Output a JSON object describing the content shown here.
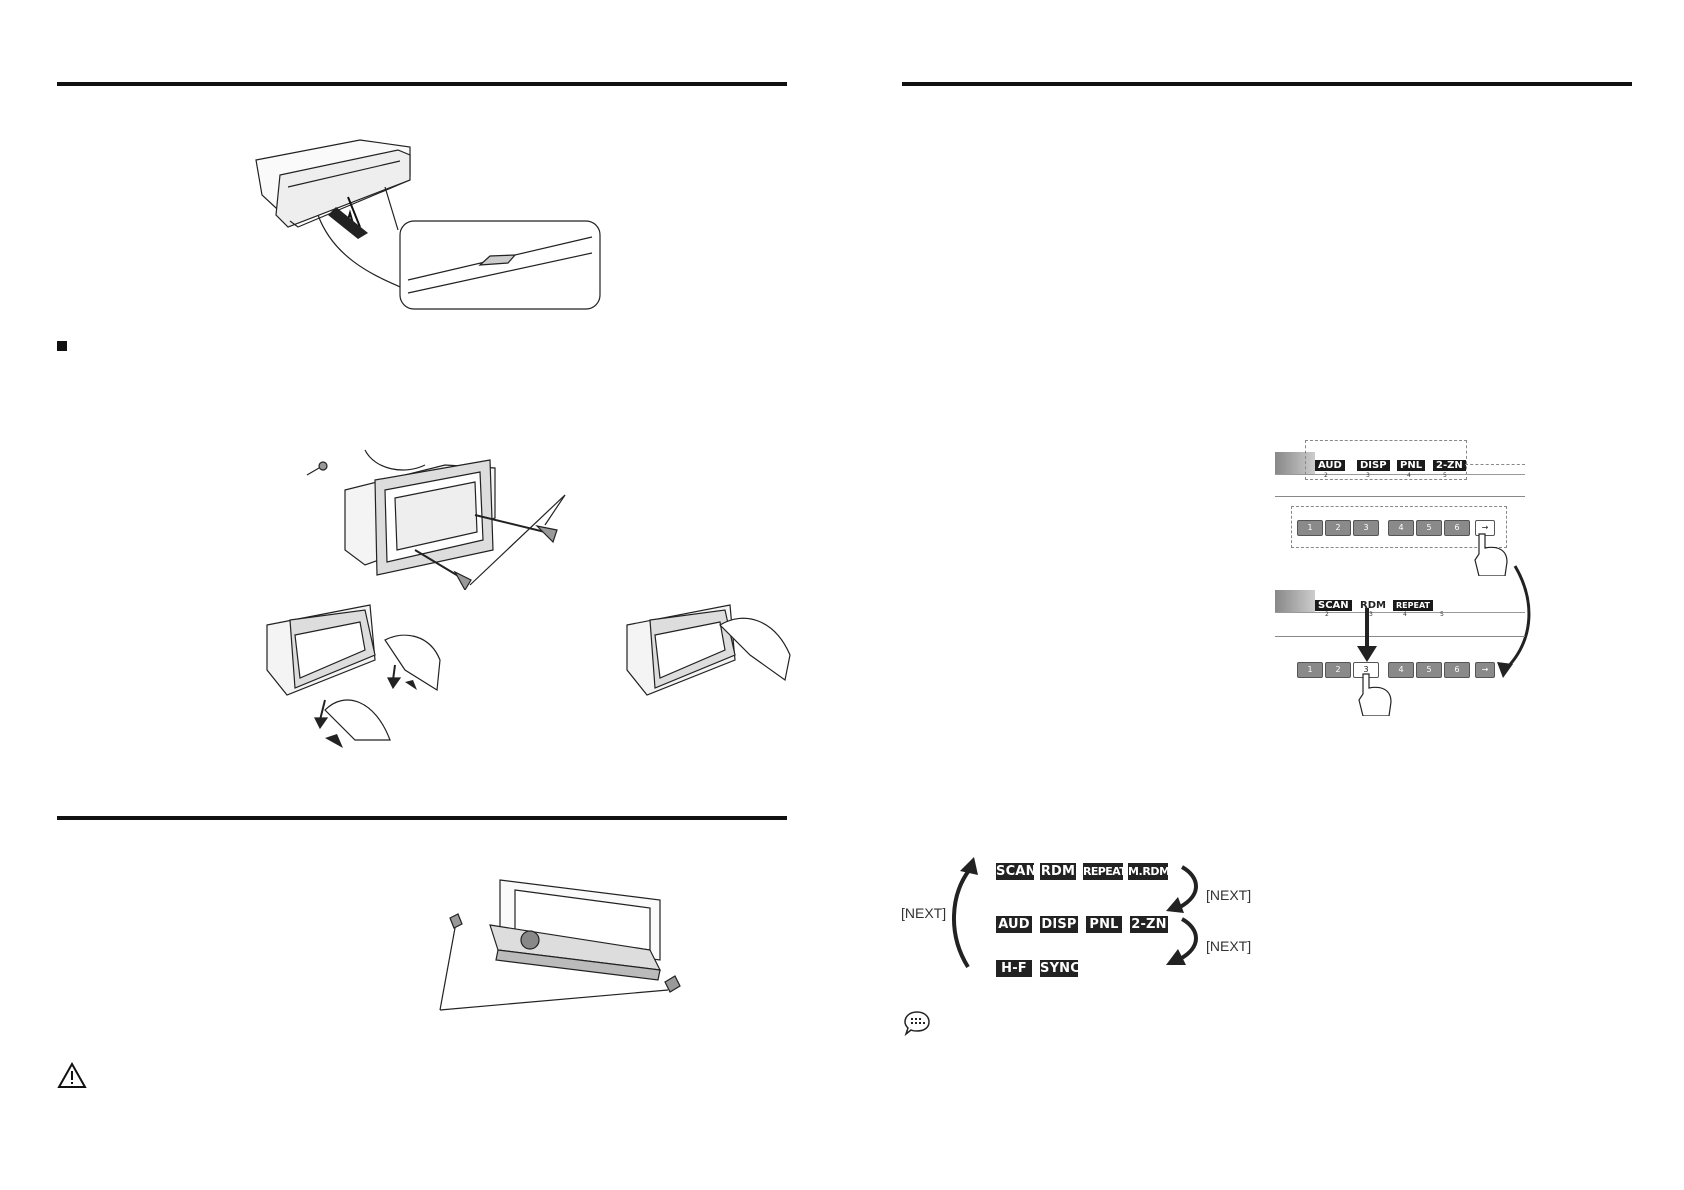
{
  "menu_chart": {
    "row1": [
      "SCAN",
      "RDM",
      "REPEAT",
      "M.RDM"
    ],
    "row2": [
      "AUD",
      "DISP",
      "PNL",
      "2-ZN"
    ],
    "row3": [
      "H-F",
      "SYNC"
    ],
    "next_label": "[NEXT]"
  },
  "panel_display": {
    "top_labels": [
      {
        "label": "AUD",
        "sub": "2"
      },
      {
        "label": "DISP",
        "sub": "3"
      },
      {
        "label": "PNL",
        "sub": "4"
      },
      {
        "label": "2-ZN",
        "sub": "5"
      }
    ],
    "bottom_labels": [
      {
        "label": "SCAN",
        "sub": "2"
      },
      {
        "label": "RDM",
        "sub": "3"
      },
      {
        "label": "REPEAT",
        "sub": "4"
      },
      {
        "label": "",
        "sub": "5"
      }
    ],
    "keys": [
      "1",
      "2",
      "3",
      "4",
      "5",
      "6"
    ]
  }
}
